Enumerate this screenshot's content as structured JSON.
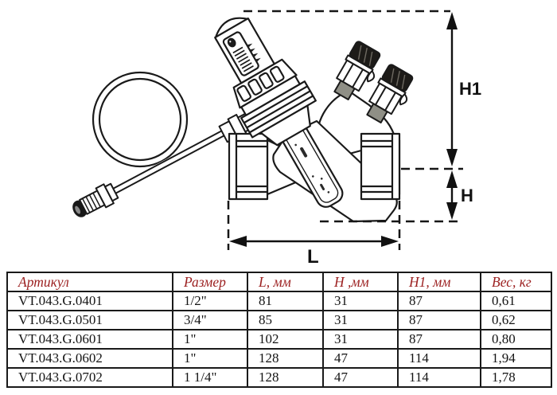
{
  "diagram": {
    "title_semantic": "balancing-valve-technical-drawing",
    "dimension_labels": {
      "h1": "H1",
      "h": "H",
      "l": "L"
    },
    "colors": {
      "line": "#1a1a1a",
      "cap_black": "#1d1b18",
      "collar_gray": "#8f8f86",
      "fill_white": "#ffffff"
    },
    "parts": [
      "capillary-coil",
      "capillary-tube",
      "capillary-end-fitting",
      "adjustment-head",
      "setting-scale",
      "locking-ring",
      "spring-housing",
      "capillary-connector",
      "valve-body",
      "inlet-port",
      "outlet-port",
      "test-port-1",
      "test-port-2",
      "label-plate"
    ]
  },
  "table": {
    "header_color": "#9b1f1f",
    "headers": [
      "Артикул",
      "Размер",
      "L, мм",
      "H ,мм",
      "H1, мм",
      "Вес, кг"
    ],
    "rows": [
      [
        "VT.043.G.0401",
        "1/2\"",
        "81",
        "31",
        "87",
        "0,61"
      ],
      [
        "VT.043.G.0501",
        "3/4\"",
        "85",
        "31",
        "87",
        "0,62"
      ],
      [
        "VT.043.G.0601",
        "1\"",
        "102",
        "31",
        "87",
        "0,80"
      ],
      [
        "VT.043.G.0602",
        "1\"",
        "128",
        "47",
        "114",
        "1,94"
      ],
      [
        "VT.043.G.0702",
        "1 1/4\"",
        "128",
        "47",
        "114",
        "1,78"
      ]
    ]
  }
}
